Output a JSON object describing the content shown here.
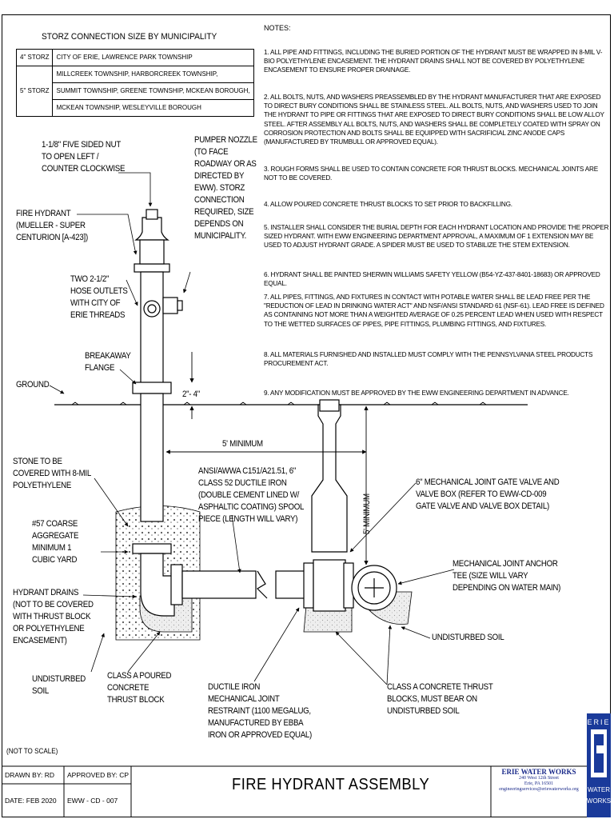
{
  "storz": {
    "title": "STORZ CONNECTION SIZE BY MUNICIPALITY",
    "rows": [
      {
        "size": "4\" STORZ",
        "lines": [
          "CITY OF ERIE, LAWRENCE PARK TOWNSHIP"
        ]
      },
      {
        "size": "5\" STORZ",
        "lines": [
          "MILLCREEK TOWNSHIP, HARBORCREEK TOWNSHIP,",
          "SUMMIT TOWNSHIP, GREENE TOWNSHIP, MCKEAN BOROUGH,",
          "MCKEAN TOWNSHIP, WESLEYVILLE BOROUGH"
        ]
      }
    ]
  },
  "notes": {
    "heading": "NOTES:",
    "items": [
      "1.  ALL PIPE AND FITTINGS, INCLUDING THE BURIED PORTION OF THE HYDRANT MUST BE WRAPPED IN 8-MIL V-BIO POLYETHYLENE ENCASEMENT.  THE HYDRANT DRAINS SHALL NOT BE COVERED BY POLYETHYLENE ENCASEMENT TO ENSURE PROPER DRAINAGE.",
      "2.  ALL BOLTS, NUTS, AND WASHERS PREASSEMBLED BY THE HYDRANT MANUFACTURER THAT ARE EXPOSED TO DIRECT BURY CONDITIONS SHALL BE STAINLESS STEEL.  ALL BOLTS, NUTS, AND WASHERS USED TO JOIN THE HYDRANT TO PIPE OR FITTINGS THAT ARE EXPOSED TO DIRECT BURY CONDITIONS  SHALL BE LOW ALLOY STEEL. AFTER ASSEMBLY ALL BOLTS, NUTS, AND WASHERS SHALL BE COMPLETELY COATED WITH SPRAY ON CORROSION PROTECTION AND BOLTS SHALL BE EQUIPPED WITH SACRIFICIAL ZINC ANODE CAPS (MANUFACTURED BY TRUMBULL OR APPROVED EQUAL).",
      "3.  ROUGH FORMS SHALL BE USED TO CONTAIN CONCRETE FOR THRUST BLOCKS.  MECHANICAL JOINTS ARE NOT TO BE COVERED.",
      "4.  ALLOW POURED CONCRETE THRUST BLOCKS TO SET PRIOR TO BACKFILLING.",
      "5.  INSTALLER SHALL CONSIDER THE BURIAL DEPTH FOR EACH HYDRANT LOCATION AND PROVIDE THE PROPER SIZED HYDRANT.  WITH EWW ENGINEERING DEPARTMENT APPROVAL, A MAXIMUM OF 1 EXTENSION MAY BE USED TO ADJUST HYDRANT GRADE.  A SPIDER MUST BE USED TO STABILIZE THE STEM EXTENSION.",
      "6.  HYDRANT SHALL BE PAINTED SHERWIN WILLIAMS SAFETY YELLOW (B54-YZ-437-8401-18683) OR APPROVED EQUAL.",
      "7. ALL PIPES, FITTINGS, AND FIXTURES IN CONTACT WITH POTABLE WATER SHALL BE LEAD FREE PER THE \"REDUCTION OF LEAD IN DRINKING WATER ACT\" AND NSF/ANSI STANDARD 61 (NSF-61).  LEAD FREE IS DEFINED AS CONTAINING NOT MORE THAN A WEIGHTED AVERAGE OF 0.25 PERCENT LEAD WHEN USED WITH RESPECT TO THE WETTED SURFACES OF PIPES, PIPE FITTINGS, PLUMBING FITTINGS, AND FIXTURES.",
      "8. ALL MATERIALS FURNISHED AND INSTALLED MUST COMPLY WITH THE PENNSYLVANIA STEEL PRODUCTS PROCUREMENT ACT.",
      "9.  ANY MODIFICATION MUST BE APPROVED BY THE EWW ENGINEERING DEPARTMENT IN ADVANCE."
    ]
  },
  "labels": {
    "nut": "1-1/8\" FIVE SIDED NUT\nTO OPEN LEFT /\nCOUNTER CLOCKWISE",
    "pumper": "PUMPER NOZZLE\n(TO FACE\nROADWAY OR AS\nDIRECTED BY\nEWW). STORZ\nCONNECTION\nREQUIRED, SIZE\nDEPENDS ON\nMUNICIPALITY.",
    "hydrant": "FIRE HYDRANT\n(MUELLER - SUPER\nCENTURION [A-423])",
    "outlets": "TWO 2-1/2\"\nHOSE OUTLETS\nWITH CITY OF\nERIE THREADS",
    "breakaway": "BREAKAWAY\nFLANGE",
    "ground": "GROUND",
    "dim_2_4": "2\"- 4\"",
    "five_min_h": "5' MINIMUM",
    "five_min_v": "5' MINIMUM",
    "stone": "STONE TO BE\nCOVERED WITH 8-MIL\nPOLYETHYLENE",
    "spool": "ANSI/AWWA C151/A21.51, 6\"\nCLASS 52 DUCTILE IRON\n(DOUBLE CEMENT LINED W/\nASPHALTIC COATING) SPOOL\nPIECE (LENGTH WILL VARY)",
    "gate": "6\" MECHANICAL JOINT GATE VALVE AND\nVALVE BOX (REFER TO EWW-CD-009\nGATE VALVE AND VALVE BOX DETAIL)",
    "aggregate": "#57 COARSE\nAGGREGATE\nMINIMUM 1\nCUBIC YARD",
    "tee": "MECHANICAL JOINT ANCHOR\nTEE (SIZE WILL VARY\nDEPENDING ON WATER MAIN)",
    "drains": "HYDRANT DRAINS\n(NOT TO BE COVERED\nWITH THRUST BLOCK\nOR POLYETHYLENE\nENCASEMENT)",
    "undisturbed_r": "UNDISTURBED SOIL",
    "undisturbed_l": "UNDISTURBED\nSOIL",
    "class_a": "CLASS A POURED\nCONCRETE\nTHRUST BLOCK",
    "restraint": "DUCTILE IRON\nMECHANICAL JOINT\nRESTRAINT (1100 MEGALUG,\nMANUFACTURED BY EBBA\nIRON OR APPROVED EQUAL)",
    "thrust": "CLASS A CONCRETE THRUST\nBLOCKS, MUST BEAR ON\nUNDISTURBED SOIL",
    "not_to_scale": "(NOT TO SCALE)"
  },
  "title_block": {
    "drawn_by": "DRAWN BY: RD",
    "approved_by": "APPROVED BY: CP",
    "date": "DATE: FEB 2020",
    "dwg_no": "EWW - CD - 007",
    "title": "FIRE HYDRANT ASSEMBLY",
    "firm_name": "ERIE WATER WORKS",
    "firm_addr1": "240 West 12th Street",
    "firm_addr2": "Erie, PA 16501",
    "firm_email": "engineeringservices@eriewaterworks.org",
    "logo_text": "ERIE WATER WORKS"
  },
  "colors": {
    "line": "#000000",
    "logo": "#1a3a9a"
  }
}
